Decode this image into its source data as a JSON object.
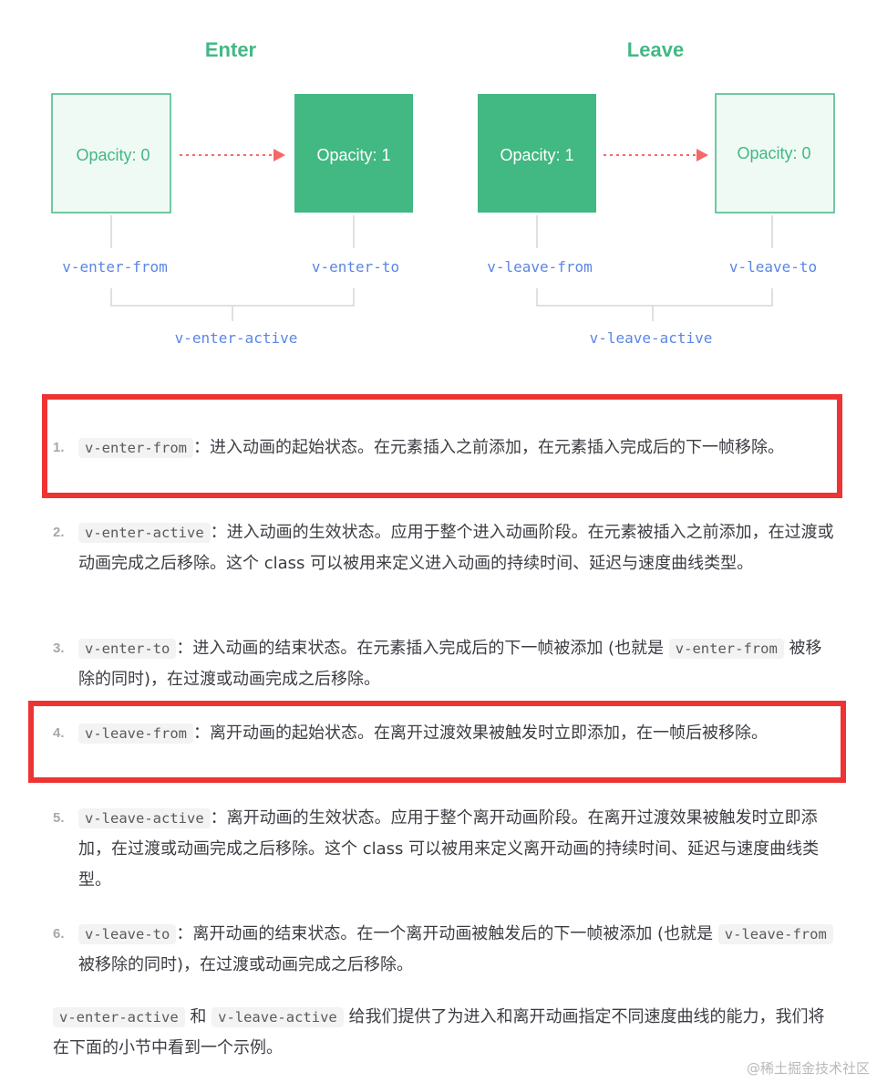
{
  "diagram": {
    "enter_title": "Enter",
    "leave_title": "Leave",
    "enter_from_box": "Opacity: 0",
    "enter_to_box": "Opacity: 1",
    "leave_from_box": "Opacity: 1",
    "leave_to_box": "Opacity: 0",
    "enter_from_label": "v-enter-from",
    "enter_to_label": "v-enter-to",
    "leave_from_label": "v-leave-from",
    "leave_to_label": "v-leave-to",
    "enter_active_label": "v-enter-active",
    "leave_active_label": "v-leave-active",
    "colors": {
      "green": "#42b883",
      "green_light_fill": "#f0faf5",
      "arrow": "#f56868",
      "label_blue": "#5b86e5",
      "connector": "#d6d6d6"
    }
  },
  "list": [
    {
      "num": "1.",
      "code": "v-enter-from",
      "text": "：进入动画的起始状态。在元素插入之前添加，在元素插入完成后的下一帧移除。"
    },
    {
      "num": "2.",
      "code": "v-enter-active",
      "text": "：进入动画的生效状态。应用于整个进入动画阶段。在元素被插入之前添加，在过渡或动画完成之后移除。这个 class 可以被用来定义进入动画的持续时间、延迟与速度曲线类型。"
    },
    {
      "num": "3.",
      "code": "v-enter-to",
      "text": "：进入动画的结束状态。在元素插入完成后的下一帧被添加 (也就是 ",
      "code2": "v-enter-from",
      "text2": " 被移除的同时)，在过渡或动画完成之后移除。"
    },
    {
      "num": "4.",
      "code": "v-leave-from",
      "text": "：离开动画的起始状态。在离开过渡效果被触发时立即添加，在一帧后被移除。"
    },
    {
      "num": "5.",
      "code": "v-leave-active",
      "text": "：离开动画的生效状态。应用于整个离开动画阶段。在离开过渡效果被触发时立即添加，在过渡或动画完成之后移除。这个 class 可以被用来定义离开动画的持续时间、延迟与速度曲线类型。"
    },
    {
      "num": "6.",
      "code": "v-leave-to",
      "text": "：离开动画的结束状态。在一个离开动画被触发后的下一帧被添加 (也就是 ",
      "code2": "v-leave-from",
      "text2": " 被移除的同时)，在过渡或动画完成之后移除。"
    }
  ],
  "final": {
    "code1": "v-enter-active",
    "mid": " 和 ",
    "code2": "v-leave-active",
    "text": " 给我们提供了为进入和离开动画指定不同速度曲线的能力，我们将在下面的小节中看到一个示例。"
  },
  "watermark": "@稀土掘金技术社区"
}
